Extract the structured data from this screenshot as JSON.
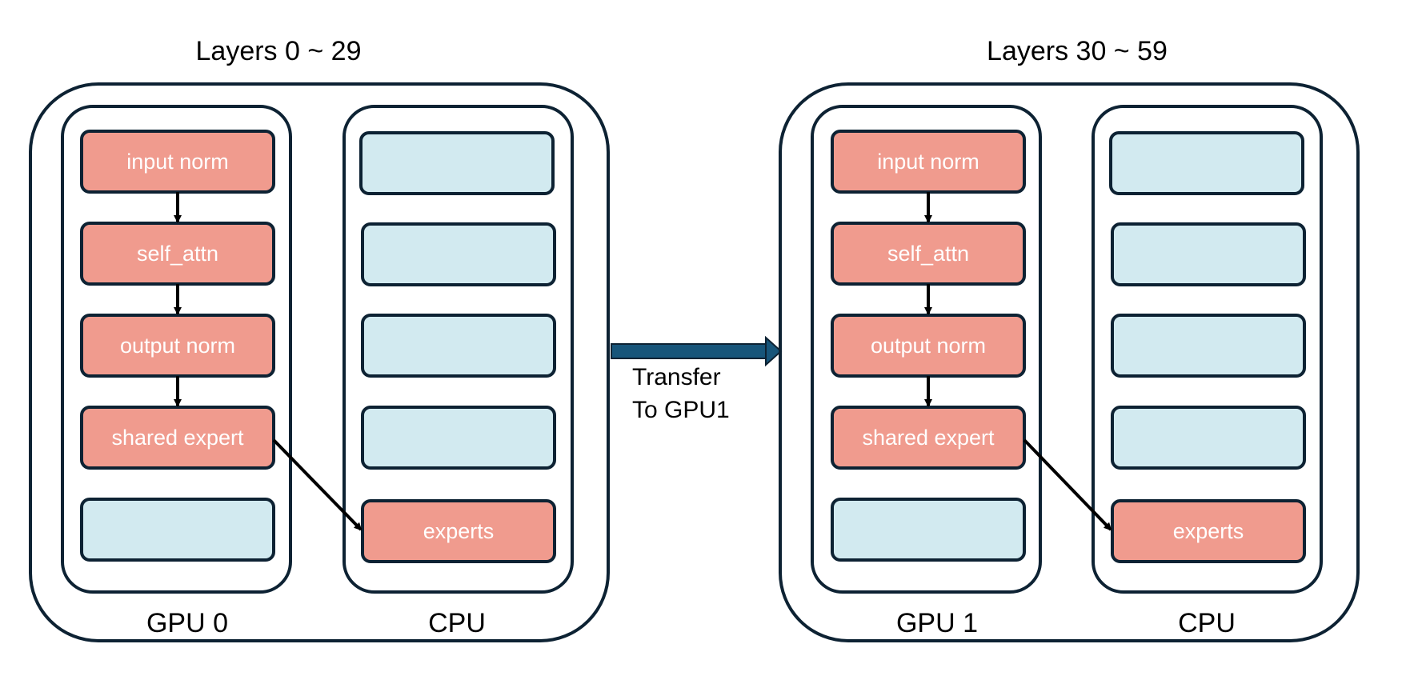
{
  "sections": [
    {
      "title": "Layers 0 ~ 29",
      "gpu_label": "GPU 0",
      "cpu_label": "CPU",
      "gpu_blocks": [
        "input norm",
        "self_attn",
        "output norm",
        "shared expert",
        ""
      ],
      "cpu_blocks": [
        "",
        "",
        "",
        "",
        "experts"
      ]
    },
    {
      "title": "Layers 30 ~ 59",
      "gpu_label": "GPU 1",
      "cpu_label": "CPU",
      "gpu_blocks": [
        "input norm",
        "self_attn",
        "output norm",
        "shared expert",
        ""
      ],
      "cpu_blocks": [
        "",
        "",
        "",
        "",
        "experts"
      ]
    }
  ],
  "transfer": {
    "line1": "Transfer",
    "line2": "To GPU1"
  },
  "colors": {
    "active_block": "#f09b8e",
    "idle_block": "#d2eaf0",
    "outline": "#0d2233",
    "transfer_arrow": "#17557a"
  }
}
